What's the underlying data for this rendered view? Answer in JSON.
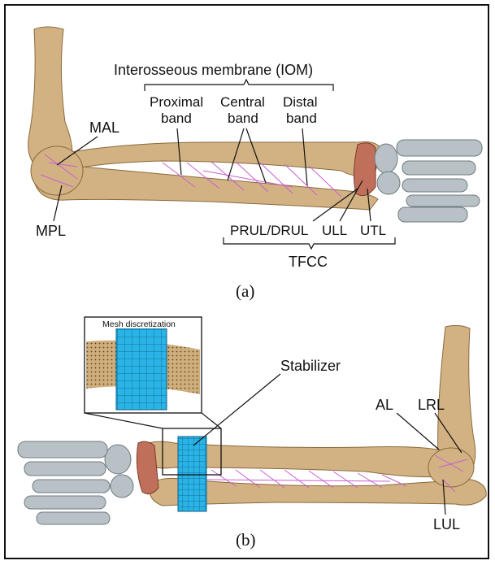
{
  "colors": {
    "bone": "#d2b283",
    "hand": "#b8c2c6",
    "ligament": "#c85fd0",
    "tfcc": "#c0705a",
    "stabilizer": "#29b3e6"
  },
  "panel_a": {
    "caption": "(a)",
    "iom": {
      "title": "Interosseous membrane (IOM)",
      "proximal": [
        "Proximal",
        "band"
      ],
      "central": [
        "Central",
        "band"
      ],
      "distal": [
        "Distal",
        "band"
      ]
    },
    "mal": "MAL",
    "mpl": "MPL",
    "prul_drul": "PRUL/DRUL",
    "ull": "ULL",
    "utl": "UTL",
    "tfcc": "TFCC"
  },
  "panel_b": {
    "caption": "(b)",
    "inset_title": "Mesh discretization",
    "stabilizer": "Stabilizer",
    "al": "AL",
    "lrl": "LRL",
    "lul": "LUL"
  }
}
